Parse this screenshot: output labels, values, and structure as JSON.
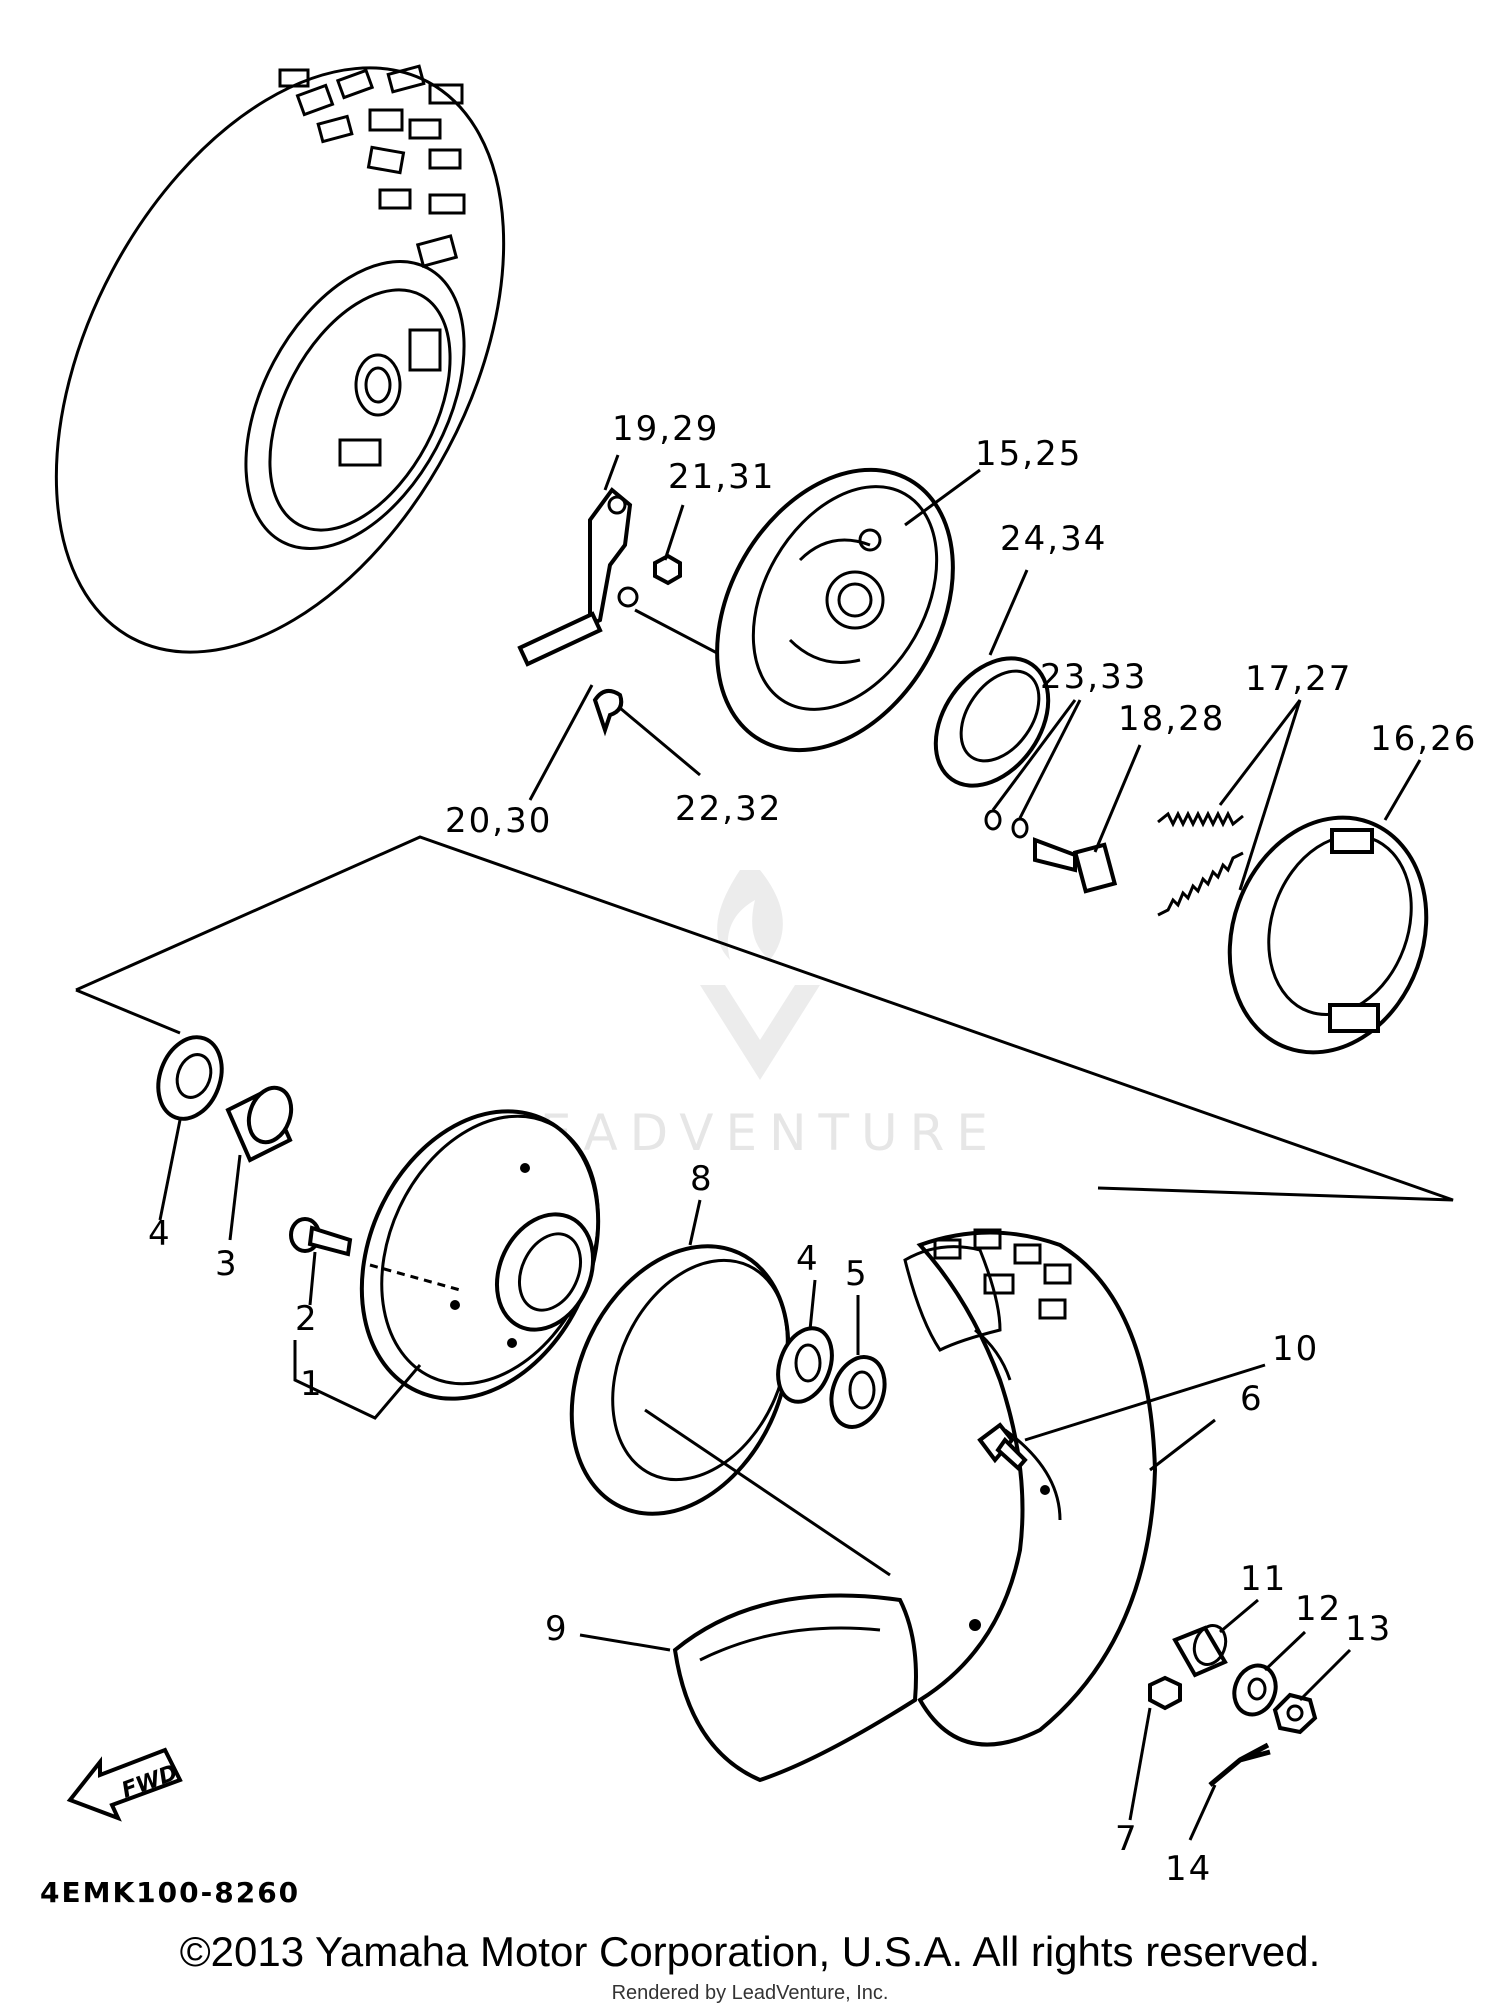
{
  "diagram": {
    "callouts": {
      "c1": "1",
      "c2": "2",
      "c3": "3",
      "c4a": "4",
      "c4b": "4",
      "c5": "5",
      "c6": "6",
      "c7": "7",
      "c8": "8",
      "c9": "9",
      "c10": "10",
      "c11": "11",
      "c12": "12",
      "c13": "13",
      "c14": "14",
      "c15": "15,25",
      "c16": "16,26",
      "c17": "17,27",
      "c18": "18,28",
      "c19": "19,29",
      "c20": "20,30",
      "c21": "21,31",
      "c22": "22,32",
      "c23": "23,33",
      "c24": "24,34"
    },
    "fwd_label": "FWD",
    "diagram_code": "4EMK100-8260",
    "watermark": "LEADVENTURE"
  },
  "footer": {
    "copyright": "©2013 Yamaha Motor Corporation, U.S.A. All rights reserved.",
    "rendered_by": "Rendered by LeadVenture, Inc."
  }
}
